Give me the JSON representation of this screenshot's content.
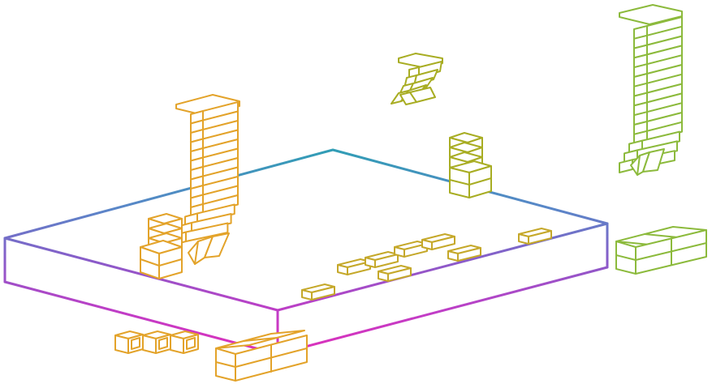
{
  "colors": {
    "background": "#ffffff",
    "stage_gradient": [
      "#2e9fb4",
      "#5a86c8",
      "#8a5bc9",
      "#c23cc6",
      "#e02fb9"
    ],
    "orange": "#e3a32a",
    "olive": "#a8ad23",
    "green": "#8cba3c"
  },
  "groups": [
    {
      "name": "stage-platform",
      "kind": "wireframe"
    },
    {
      "name": "left-line-array",
      "kind": "speaker",
      "color": "orange"
    },
    {
      "name": "left-stacked-subwoofers",
      "kind": "speaker",
      "color": "orange"
    },
    {
      "name": "front-fill-boxes",
      "kind": "speaker",
      "color": "olive"
    },
    {
      "name": "center-line-array",
      "kind": "speaker",
      "color": "olive"
    },
    {
      "name": "center-stacked-speakers",
      "kind": "speaker",
      "color": "olive"
    },
    {
      "name": "right-line-array",
      "kind": "speaker",
      "color": "green"
    },
    {
      "name": "right-ground-subwoofers",
      "kind": "speaker",
      "color": "green"
    },
    {
      "name": "left-ground-subwoofers",
      "kind": "speaker",
      "color": "orange"
    },
    {
      "name": "front-small-cubes",
      "kind": "speaker",
      "color": "orange"
    }
  ]
}
